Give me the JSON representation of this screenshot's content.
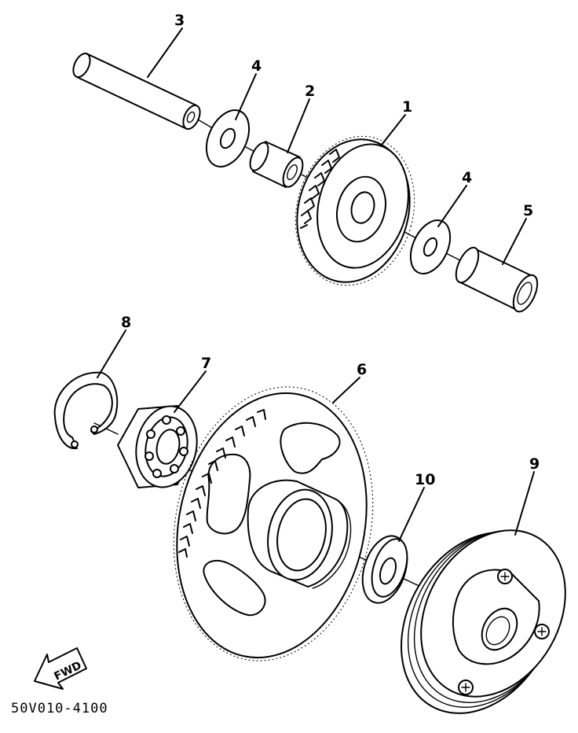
{
  "callouts": [
    {
      "id": "c3",
      "text": "3"
    },
    {
      "id": "c4a",
      "text": "4"
    },
    {
      "id": "c2",
      "text": "2"
    },
    {
      "id": "c1",
      "text": "1"
    },
    {
      "id": "c4b",
      "text": "4"
    },
    {
      "id": "c5",
      "text": "5"
    },
    {
      "id": "c8",
      "text": "8"
    },
    {
      "id": "c7",
      "text": "7"
    },
    {
      "id": "c6",
      "text": "6"
    },
    {
      "id": "c10",
      "text": "10"
    },
    {
      "id": "c9",
      "text": "9"
    }
  ],
  "direction_arrow": {
    "text": "FWD"
  },
  "diagram_code": "50V010-4100"
}
